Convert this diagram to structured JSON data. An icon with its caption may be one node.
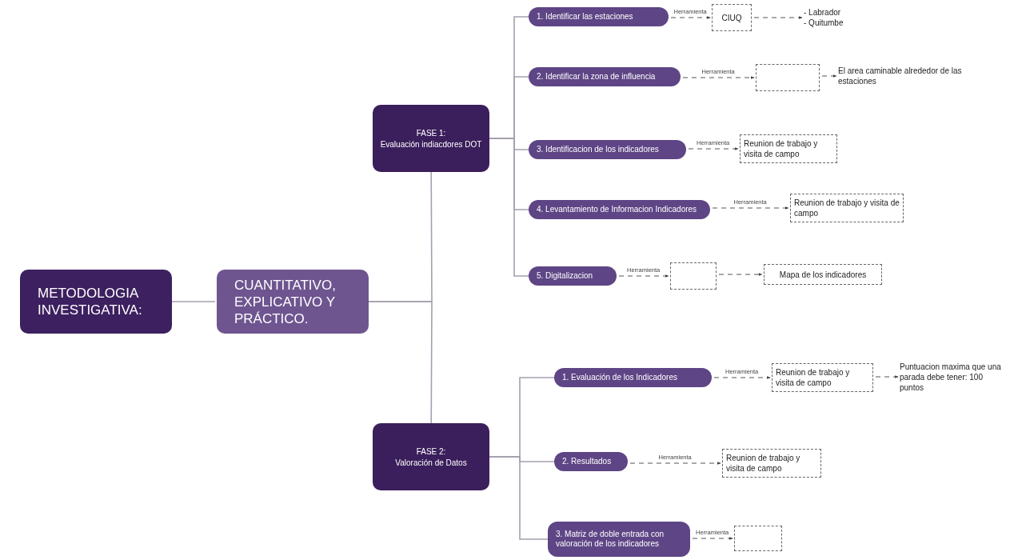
{
  "diagram": {
    "nodes": [
      {
        "text": [
          "METODOLOGIA INVESTIGATIVA:"
        ]
      },
      {
        "text": [
          "CUANTITATIVO, EXPLICATIVO Y PRÁCTICO."
        ]
      },
      {
        "text": [
          "FASE 1:",
          "Evaluación indiacdores DOT"
        ]
      },
      {
        "text": [
          "FASE 2:",
          "Valoración de Datos"
        ]
      },
      {
        "text": [
          "1. Identificar las estaciones"
        ]
      },
      {
        "text": [
          "CIUQ"
        ]
      },
      {
        "text": [
          "- Labrador",
          "- Quitumbe"
        ]
      },
      {
        "text": [
          "2. Identificar la zona de influencia"
        ]
      },
      {
        "text": [],
        "shape": "box"
      },
      {
        "text": [
          "El area caminable alrededor de las estaciones"
        ]
      },
      {
        "text": [
          "3. Identificacion de los indicadores"
        ]
      },
      {
        "text": [
          "Reunion de trabajo y visita de campo"
        ]
      },
      {
        "text": [
          "4. Levantamiento de Informacion Indicadores"
        ]
      },
      {
        "text": [
          "Reunion de trabajo y visita de campo"
        ]
      },
      {
        "text": [
          "5. Digitalizacion"
        ]
      },
      {
        "text": [],
        "shape": "box"
      },
      {
        "text": [
          "Mapa de los indicadores"
        ]
      },
      {
        "text": [
          "1. Evaluación de los Indicadores"
        ]
      },
      {
        "text": [
          "Reunion de trabajo y visita de campo"
        ]
      },
      {
        "text": [
          "Puntuacion maxima que una parada debe tener: 100 puntos"
        ]
      },
      {
        "text": [
          "2. Resultados"
        ]
      },
      {
        "text": [
          "Reunion de trabajo y visita de campo"
        ]
      },
      {
        "text": [
          "3. Matriz de doble entrada con valoración de los indicadores"
        ]
      },
      {
        "text": [],
        "shape": "box"
      }
    ],
    "edges": [
      {
        "from": 0,
        "to": 1,
        "arrow": "none"
      },
      {
        "from": 1,
        "to": 2,
        "arrow": "none"
      },
      {
        "from": 1,
        "to": 3,
        "arrow": "none"
      },
      {
        "from": 2,
        "to": 4,
        "arrow": "none"
      },
      {
        "from": 2,
        "to": 7,
        "arrow": "none"
      },
      {
        "from": 2,
        "to": 10,
        "arrow": "none"
      },
      {
        "from": 2,
        "to": 12,
        "arrow": "none"
      },
      {
        "from": 2,
        "to": 14,
        "arrow": "none"
      },
      {
        "from": 3,
        "to": 17,
        "arrow": "none"
      },
      {
        "from": 3,
        "to": 20,
        "arrow": "none"
      },
      {
        "from": 3,
        "to": 22,
        "arrow": "none"
      },
      {
        "from": 4,
        "to": 5,
        "arrow": "to",
        "label": "Herramienta",
        "style": "dashed"
      },
      {
        "from": 5,
        "to": 6,
        "arrow": "to",
        "style": "dashed"
      },
      {
        "from": 7,
        "to": 8,
        "arrow": "to",
        "label": "Herramienta",
        "style": "dashed"
      },
      {
        "from": 8,
        "to": 9,
        "arrow": "to",
        "style": "dashed"
      },
      {
        "from": 10,
        "to": 11,
        "arrow": "to",
        "label": "Herramienta",
        "style": "dashed"
      },
      {
        "from": 12,
        "to": 13,
        "arrow": "to",
        "label": "Herramienta",
        "style": "dashed"
      },
      {
        "from": 14,
        "to": 15,
        "arrow": "to",
        "label": "Herramienta",
        "style": "dashed"
      },
      {
        "from": 15,
        "to": 16,
        "arrow": "to",
        "style": "dashed"
      },
      {
        "from": 17,
        "to": 18,
        "arrow": "to",
        "label": "Herramienta",
        "style": "dashed"
      },
      {
        "from": 18,
        "to": 19,
        "arrow": "to",
        "style": "dashed"
      },
      {
        "from": 20,
        "to": 21,
        "arrow": "to",
        "label": "Herramienta",
        "style": "dashed"
      },
      {
        "from": 22,
        "to": 23,
        "arrow": "to",
        "label": "Herramienta",
        "style": "dashed"
      }
    ]
  }
}
